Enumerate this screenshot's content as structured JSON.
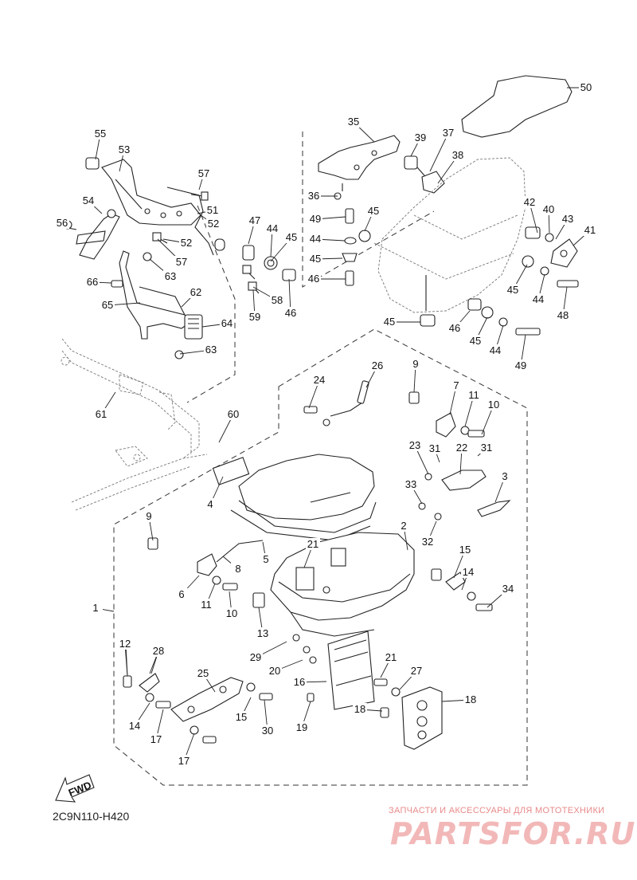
{
  "diagram_code": "2C9N110-H420",
  "fwd_label": "FWD",
  "watermark": {
    "tagline": "ЗАПЧАСТИ И АКСЕССУАРЫ ДЛЯ МОТОТЕХНИКИ",
    "logo": "PARTSFOR.RU"
  },
  "callouts": [
    {
      "n": "55"
    },
    {
      "n": "53"
    },
    {
      "n": "57"
    },
    {
      "n": "51"
    },
    {
      "n": "54"
    },
    {
      "n": "56"
    },
    {
      "n": "52"
    },
    {
      "n": "47"
    },
    {
      "n": "44"
    },
    {
      "n": "45"
    },
    {
      "n": "52"
    },
    {
      "n": "57"
    },
    {
      "n": "63"
    },
    {
      "n": "58"
    },
    {
      "n": "46"
    },
    {
      "n": "66"
    },
    {
      "n": "62"
    },
    {
      "n": "65"
    },
    {
      "n": "59"
    },
    {
      "n": "64"
    },
    {
      "n": "63"
    },
    {
      "n": "50"
    },
    {
      "n": "35"
    },
    {
      "n": "39"
    },
    {
      "n": "37"
    },
    {
      "n": "38"
    },
    {
      "n": "36"
    },
    {
      "n": "49"
    },
    {
      "n": "45"
    },
    {
      "n": "44"
    },
    {
      "n": "45"
    },
    {
      "n": "46"
    },
    {
      "n": "42"
    },
    {
      "n": "40"
    },
    {
      "n": "43"
    },
    {
      "n": "41"
    },
    {
      "n": "45"
    },
    {
      "n": "44"
    },
    {
      "n": "48"
    },
    {
      "n": "45"
    },
    {
      "n": "46"
    },
    {
      "n": "45"
    },
    {
      "n": "44"
    },
    {
      "n": "49"
    },
    {
      "n": "61"
    },
    {
      "n": "60"
    },
    {
      "n": "24"
    },
    {
      "n": "26"
    },
    {
      "n": "9"
    },
    {
      "n": "7"
    },
    {
      "n": "11"
    },
    {
      "n": "10"
    },
    {
      "n": "23"
    },
    {
      "n": "31"
    },
    {
      "n": "22"
    },
    {
      "n": "31"
    },
    {
      "n": "33"
    },
    {
      "n": "3"
    },
    {
      "n": "32"
    },
    {
      "n": "4"
    },
    {
      "n": "2"
    },
    {
      "n": "9"
    },
    {
      "n": "5"
    },
    {
      "n": "21"
    },
    {
      "n": "8"
    },
    {
      "n": "6"
    },
    {
      "n": "11"
    },
    {
      "n": "10"
    },
    {
      "n": "1"
    },
    {
      "n": "13"
    },
    {
      "n": "12"
    },
    {
      "n": "15"
    },
    {
      "n": "14"
    },
    {
      "n": "34"
    },
    {
      "n": "13"
    },
    {
      "n": "12"
    },
    {
      "n": "28"
    },
    {
      "n": "29"
    },
    {
      "n": "20"
    },
    {
      "n": "21"
    },
    {
      "n": "27"
    },
    {
      "n": "16"
    },
    {
      "n": "25"
    },
    {
      "n": "18"
    },
    {
      "n": "15"
    },
    {
      "n": "14"
    },
    {
      "n": "17"
    },
    {
      "n": "30"
    },
    {
      "n": "19"
    },
    {
      "n": "18"
    },
    {
      "n": "17"
    }
  ]
}
